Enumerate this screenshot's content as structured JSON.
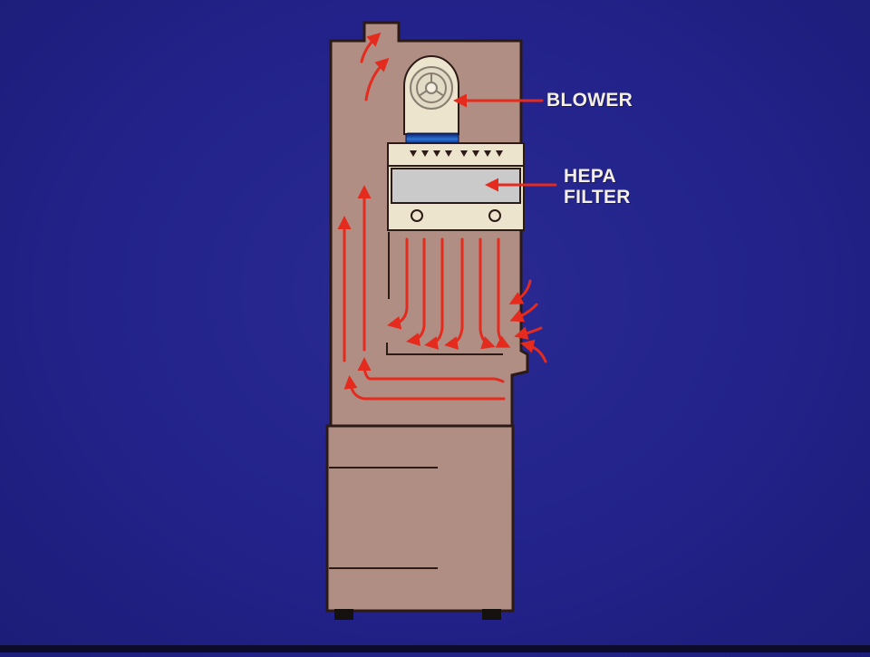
{
  "labels": {
    "blower": "BLOWER",
    "hepa_line1": "HEPA",
    "hepa_line2": "FILTER"
  },
  "colors": {
    "background": "#25258c",
    "cabinet": "#b08e83",
    "outline": "#2c1a16",
    "airflow_arrows": "#e52a1e",
    "filter_frame": "#ece4cc",
    "filter_media": "#c9cac9",
    "blower_ring": "#1f60c8",
    "label_text": "#f4efe2"
  },
  "icons": [
    "blower-fan-icon",
    "airflow-arrow-icon"
  ]
}
